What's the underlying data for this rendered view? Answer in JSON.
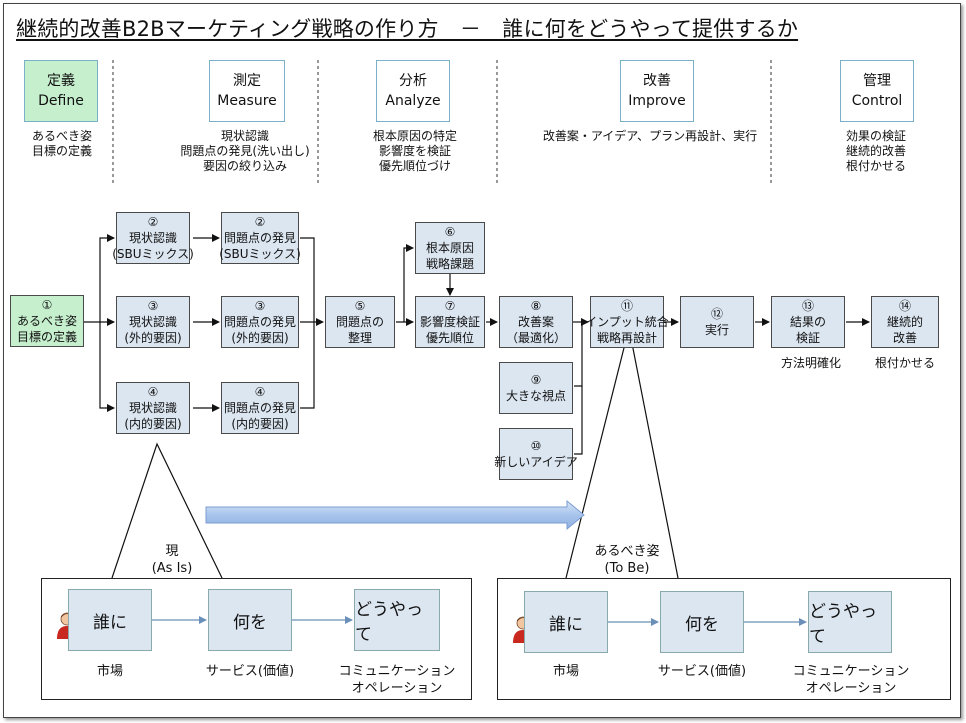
{
  "title": "継続的改善B2Bマーケティング戦略の作り方　－　誰に何をどうやって提供するか",
  "phases": [
    {
      "jp": "定義",
      "en": "Define",
      "lines": [
        "あるべき姿",
        "目標の定義"
      ]
    },
    {
      "jp": "測定",
      "en": "Measure",
      "lines": [
        "現状認識",
        "問題点の発見(洗い出し)",
        "要因の絞り込み"
      ]
    },
    {
      "jp": "分析",
      "en": "Analyze",
      "lines": [
        "根本原因の特定",
        "影響度を検証",
        "優先順位づけ"
      ]
    },
    {
      "jp": "改善",
      "en": "Improve",
      "lines": [
        "改善案・アイデア、プラン再設計、実行"
      ]
    },
    {
      "jp": "管理",
      "en": "Control",
      "lines": [
        "効果の検証",
        "継続的改善",
        "根付かせる"
      ]
    }
  ],
  "flow_nodes": {
    "n1": [
      "①",
      "あるべき姿",
      "目標の定義"
    ],
    "n2a": [
      "②",
      "現状認識",
      "(SBUミックス)"
    ],
    "n2b": [
      "②",
      "問題点の発見",
      "(SBUミックス)"
    ],
    "n3a": [
      "③",
      "現状認識",
      "(外的要因)"
    ],
    "n3b": [
      "③",
      "問題点の発見",
      "(外的要因)"
    ],
    "n4a": [
      "④",
      "現状認識",
      "(内的要因)"
    ],
    "n4b": [
      "④",
      "問題点の発見",
      "(内的要因)"
    ],
    "n5": [
      "⑤",
      "問題点の",
      "整理"
    ],
    "n6": [
      "⑥",
      "根本原因",
      "戦略課題"
    ],
    "n7": [
      "⑦",
      "影響度検証",
      "優先順位"
    ],
    "n8": [
      "⑧",
      "改善案",
      "（最適化）"
    ],
    "n9": [
      "⑨",
      "大きな視点"
    ],
    "n10": [
      "⑩",
      "新しいアイデア"
    ],
    "n11": [
      "⑪",
      "インプット統合",
      "戦略再設計"
    ],
    "n12": [
      "⑫",
      "実行"
    ],
    "n13": [
      "⑬",
      "結果の",
      "検証"
    ],
    "n14": [
      "⑭",
      "継続的",
      "改善"
    ]
  },
  "captions": {
    "n13": "方法明確化",
    "n14": "根付かせる"
  },
  "as_is": {
    "label": [
      "現",
      "(As Is)"
    ],
    "boxes": [
      "誰に",
      "何を",
      "どうやって"
    ],
    "labels": [
      [
        "市場"
      ],
      [
        "サービス(価値)"
      ],
      [
        "コミュニケーション",
        "オペレーション"
      ]
    ]
  },
  "to_be": {
    "label": [
      "あるべき姿",
      "(To Be)"
    ],
    "boxes": [
      "誰に",
      "何を",
      "どうやって"
    ],
    "labels": [
      [
        "市場"
      ],
      [
        "サービス(価値)"
      ],
      [
        "コミュニケーション",
        "オペレーション"
      ]
    ]
  },
  "colors": {
    "node_fill": "#dce6f1",
    "active_fill": "#c6efce",
    "phase_border": "#7ab0c8",
    "arrow_fill": "#a8c4ec"
  },
  "icons": {
    "person": "person-icon"
  }
}
